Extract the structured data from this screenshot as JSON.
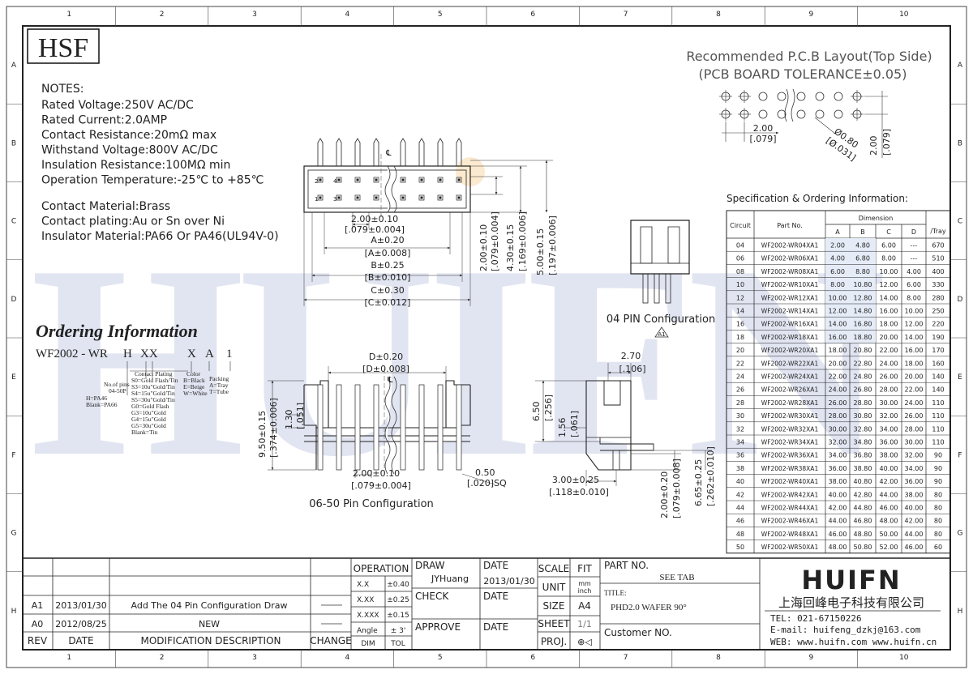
{
  "border": {
    "columns": [
      "1",
      "2",
      "3",
      "4",
      "5",
      "6",
      "7",
      "8",
      "9",
      "10"
    ],
    "rows": [
      "A",
      "B",
      "C",
      "D",
      "E",
      "F",
      "G",
      "H"
    ]
  },
  "logo": {
    "text": "HSF"
  },
  "watermark": {
    "text": "HUIFN",
    "color": "#c9d0e6"
  },
  "notes": {
    "title": "NOTES:",
    "lines": [
      "Rated Voltage:250V AC/DC",
      "Rated Current:2.0AMP",
      "Contact Resistance:20mΩ max",
      "Withstand Voltage:800V AC/DC",
      "Insulation Resistance:100MΩ min",
      "Operation Temperature:-25℃ to +85℃"
    ],
    "material_lines": [
      "Contact Material:Brass",
      "Contact plating:Au or Sn over Ni",
      "Insulator Material:PA66 Or PA46(UL94V-0)"
    ]
  },
  "pcb": {
    "title": "Recommended P.C.B Layout(Top Side)",
    "subtitle": "(PCB BOARD TOLERANCE±0.05)",
    "pitch": "2.00",
    "pitch_in": "[.079]",
    "hole": "Ø0.80",
    "hole_in": "[Ø.031]",
    "row_pitch": "2.00",
    "row_pitch_in": "[.079]"
  },
  "top_view": {
    "d1": "2.00±0.10",
    "d1_in": "[.079±0.004]",
    "dA": "A±0.20",
    "dA_in": "[A±0.008]",
    "dB": "B±0.25",
    "dB_in": "[B±0.010]",
    "dC": "C±0.30",
    "dC_in": "[C±0.012]",
    "v1": "2.00±0.10",
    "v1_in": "[.079±0.004]",
    "v2": "4.30±0.15",
    "v2_in": "[.169±0.006]",
    "v3": "5.00±0.15",
    "v3_in": "[.197±0.006]",
    "pin_labels": [
      "2",
      "4",
      "1",
      "3"
    ]
  },
  "pin04": {
    "caption": "04 PIN Configuration"
  },
  "ordering": {
    "title": "Ordering Information",
    "code": [
      "WF2002 - WR",
      "H",
      "XX",
      "X",
      "A",
      "1"
    ],
    "legend_housing": [
      "H=PA46",
      "Blank=PA66"
    ],
    "legend_pins": [
      "No.of pins",
      "04-50P"
    ],
    "legend_plating_title": "Contact Plating",
    "legend_plating": [
      "S0=Gold Flash/Tin",
      "S3=10u\"Gold/Tin",
      "S4=15u\"Gold/Tin",
      "S5=30u\"Gold/Tin",
      "G0=Gold Flash",
      "G3=10u\"Gold",
      "G4=15u\"Gold",
      "G5=30u\"Gold",
      "Blank=Tin"
    ],
    "legend_color_title": "Color",
    "legend_color": [
      "B=Black",
      "E=Beige",
      "W=White"
    ],
    "legend_packing_title": "Packing",
    "legend_packing": [
      "A=Tray",
      "T=Tube"
    ]
  },
  "front_view": {
    "dD": "D±0.20",
    "dD_in": "[D±0.008]",
    "h1": "9.50±0.15",
    "h1_in": "[.374±0.006]",
    "h2": "1.30",
    "h2_in": "[.051]",
    "pitch": "2.00±0.10",
    "pitch_in": "[.079±0.004]",
    "pin": "0.50",
    "pin_in": "[.020]SQ",
    "caption": "06-50 Pin Configuration"
  },
  "side_view": {
    "w": "2.70",
    "w_in": "[.106]",
    "h1": "6.50",
    "h1_in": "[.256]",
    "h2": "1.56",
    "h2_in": "[.061]",
    "d1": "3.00±0.25",
    "d1_in": "[.118±0.010]",
    "d2": "2.00±0.20",
    "d2_in": "[.079±0.008]",
    "d3": "6.65±0.25",
    "d3_in": "[.262±0.010]"
  },
  "spec": {
    "title": "Specification & Ordering Information:",
    "headers": {
      "circuit": "Circuit",
      "part": "Part No.",
      "dimension": "Dimension",
      "tray": "/Tray",
      "cols": [
        "A",
        "B",
        "C",
        "D"
      ]
    },
    "rows": [
      [
        "04",
        "WF2002-WR04XA1",
        "2.00",
        "4.80",
        "6.00",
        "---",
        "670"
      ],
      [
        "06",
        "WF2002-WR06XA1",
        "4.00",
        "6.80",
        "8.00",
        "---",
        "510"
      ],
      [
        "08",
        "WF2002-WR08XA1",
        "6.00",
        "8.80",
        "10.00",
        "4.00",
        "400"
      ],
      [
        "10",
        "WF2002-WR10XA1",
        "8.00",
        "10.80",
        "12.00",
        "6.00",
        "330"
      ],
      [
        "12",
        "WF2002-WR12XA1",
        "10.00",
        "12.80",
        "14.00",
        "8.00",
        "280"
      ],
      [
        "14",
        "WF2002-WR14XA1",
        "12.00",
        "14.80",
        "16.00",
        "10.00",
        "250"
      ],
      [
        "16",
        "WF2002-WR16XA1",
        "14.00",
        "16.80",
        "18.00",
        "12.00",
        "220"
      ],
      [
        "18",
        "WF2002-WR18XA1",
        "16.00",
        "18.80",
        "20.00",
        "14.00",
        "190"
      ],
      [
        "20",
        "WF2002-WR20XA1",
        "18.00",
        "20.80",
        "22.00",
        "16.00",
        "170"
      ],
      [
        "22",
        "WF2002-WR22XA1",
        "20.00",
        "22.80",
        "24.00",
        "18.00",
        "160"
      ],
      [
        "24",
        "WF2002-WR24XA1",
        "22.00",
        "24.80",
        "26.00",
        "20.00",
        "140"
      ],
      [
        "26",
        "WF2002-WR26XA1",
        "24.00",
        "26.80",
        "28.00",
        "22.00",
        "140"
      ],
      [
        "28",
        "WF2002-WR28XA1",
        "26.00",
        "28.80",
        "30.00",
        "24.00",
        "110"
      ],
      [
        "30",
        "WF2002-WR30XA1",
        "28.00",
        "30.80",
        "32.00",
        "26.00",
        "110"
      ],
      [
        "32",
        "WF2002-WR32XA1",
        "30.00",
        "32.80",
        "34.00",
        "28.00",
        "110"
      ],
      [
        "34",
        "WF2002-WR34XA1",
        "32.00",
        "34.80",
        "36.00",
        "30.00",
        "110"
      ],
      [
        "36",
        "WF2002-WR36XA1",
        "34.00",
        "36.80",
        "38.00",
        "32.00",
        "90"
      ],
      [
        "38",
        "WF2002-WR38XA1",
        "36.00",
        "38.80",
        "40.00",
        "34.00",
        "90"
      ],
      [
        "40",
        "WF2002-WR40XA1",
        "38.00",
        "40.80",
        "42.00",
        "36.00",
        "90"
      ],
      [
        "42",
        "WF2002-WR42XA1",
        "40.00",
        "42.80",
        "44.00",
        "38.00",
        "80"
      ],
      [
        "44",
        "WF2002-WR44XA1",
        "42.00",
        "44.80",
        "46.00",
        "40.00",
        "80"
      ],
      [
        "46",
        "WF2002-WR46XA1",
        "44.00",
        "46.80",
        "48.00",
        "42.00",
        "80"
      ],
      [
        "48",
        "WF2002-WR48XA1",
        "46.00",
        "48.80",
        "50.00",
        "44.00",
        "80"
      ],
      [
        "50",
        "WF2002-WR50XA1",
        "48.00",
        "50.80",
        "52.00",
        "46.00",
        "60"
      ]
    ]
  },
  "title_block": {
    "revisions": [
      [
        "A1",
        "2013/01/30",
        "Add The 04 Pin Configuration Draw"
      ],
      [
        "A0",
        "2012/08/25",
        "NEW"
      ]
    ],
    "rev_header": [
      "REV",
      "DATE",
      "MODIFICATION DESCRIPTION",
      "CHANGE"
    ],
    "operation": "OPERATION",
    "tolerances": [
      [
        "X.X",
        "±0.40"
      ],
      [
        "X.XX",
        "±0.25"
      ],
      [
        "X.XXX",
        "±0.15"
      ],
      [
        "Angle",
        "± 3'"
      ]
    ],
    "dim": "DIM",
    "tol": "TOL",
    "draw": "DRAW",
    "draw_name": "JYHuang",
    "date": "DATE",
    "draw_date": "2013/01/30",
    "check": "CHECK",
    "approve": "APPROVE",
    "scale": "SCALE",
    "fit": "FIT",
    "unit": "UNIT",
    "unit_val_1": "mm",
    "unit_val_2": "inch",
    "size": "SIZE",
    "size_val": "A4",
    "sheet": "SHEET",
    "sheet_val": "1/1",
    "proj": "PROJ.",
    "proj_sym": "⊕◁",
    "part_no": "PART NO.",
    "part_no_val": "SEE TAB",
    "title": "TITLE:",
    "title_val": "PHD2.0 WAFER 90°",
    "customer": "Customer NO.",
    "company_logo": "HUIFN",
    "company_cn": "上海回峰电子科技有限公司",
    "tel": "TEL: 021-67150226",
    "email": "E-mail: huifeng_dzkj@163.com",
    "web": "WEB: www.huifn.com  www.huifn.cn"
  }
}
